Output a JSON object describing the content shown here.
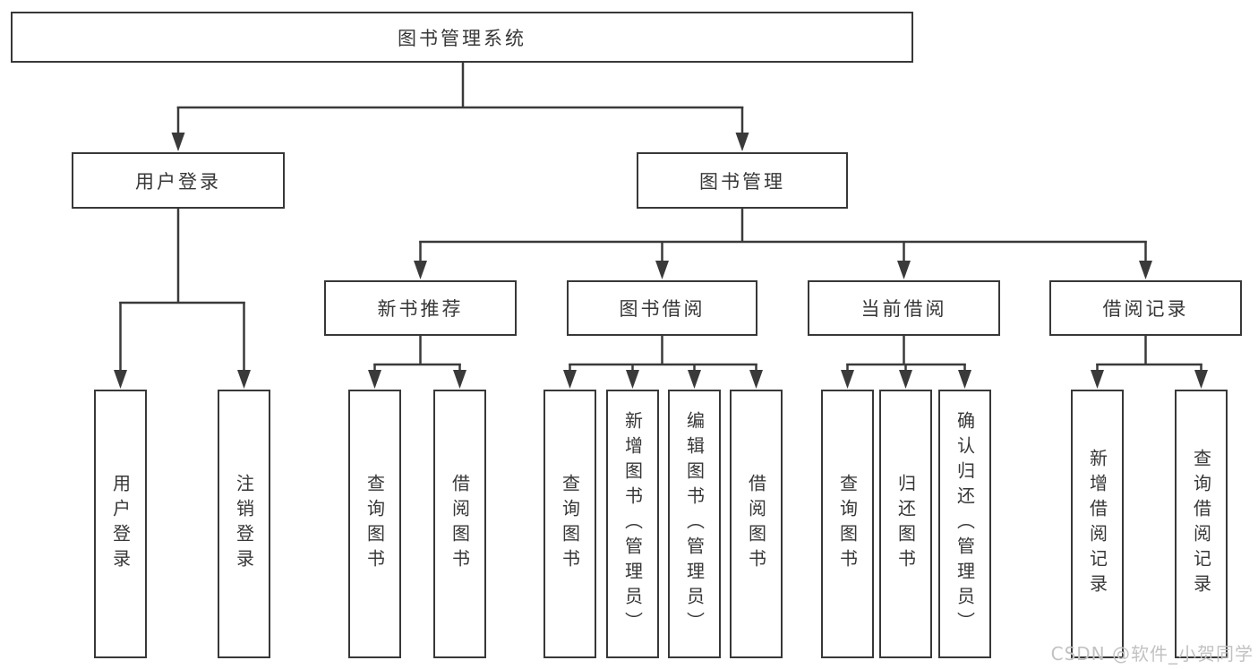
{
  "diagram_title": "图书管理系统",
  "nodes": {
    "root": "图书管理系统",
    "user_login": "用户登录",
    "book_mgmt": "图书管理",
    "new_book": "新书推荐",
    "book_borrow": "图书借阅",
    "current_borrow": "当前借阅",
    "borrow_record": "借阅记录",
    "leaf_user_login": "用户登录",
    "leaf_logout": "注销登录",
    "leaf_nb_query": "查询图书",
    "leaf_nb_borrow": "借阅图书",
    "leaf_bb_query": "查询图书",
    "leaf_bb_add": "新增图书（管理员）",
    "leaf_bb_edit": "编辑图书（管理员）",
    "leaf_bb_borrow": "借阅图书",
    "leaf_cb_query": "查询图书",
    "leaf_cb_return": "归还图书",
    "leaf_cb_confirm": "确认归还（管理员）",
    "leaf_br_add": "新增借阅记录",
    "leaf_br_query": "查询借阅记录"
  },
  "hierarchy": {
    "图书管理系统": {
      "用户登录": [
        "用户登录",
        "注销登录"
      ],
      "图书管理": {
        "新书推荐": [
          "查询图书",
          "借阅图书"
        ],
        "图书借阅": [
          "查询图书",
          "新增图书（管理员）",
          "编辑图书（管理员）",
          "借阅图书"
        ],
        "当前借阅": [
          "查询图书",
          "归还图书",
          "确认归还（管理员）"
        ],
        "借阅记录": [
          "新增借阅记录",
          "查询借阅记录"
        ]
      }
    }
  },
  "watermark": "CSDN @软件_小贺同学",
  "colors": {
    "line": "#3a3a3a",
    "box_border": "#383838",
    "text": "#373737",
    "watermark": "#c2c2c2",
    "background": "#ffffff"
  }
}
